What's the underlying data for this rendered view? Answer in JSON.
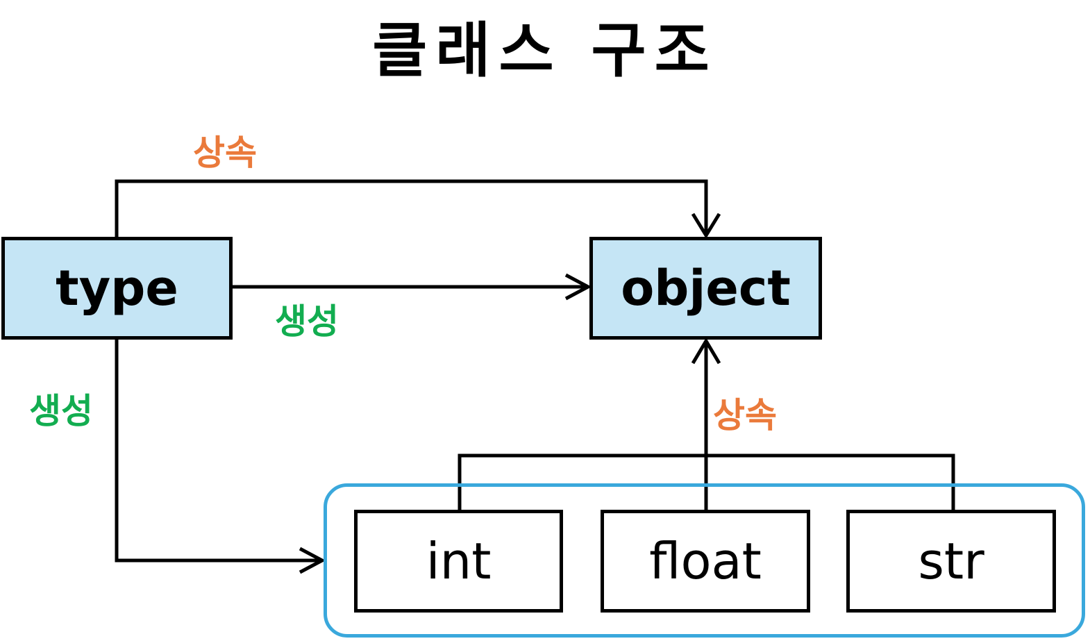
{
  "title": "클래스 구조",
  "nodes": {
    "type": "type",
    "object": "object",
    "int": "int",
    "float": "float",
    "str": "str"
  },
  "edge_labels": {
    "inherit": "상속",
    "create": "생성"
  },
  "colors": {
    "node_fill": "#c5e5f5",
    "inherit_label": "#ea7a3b",
    "create_label": "#12ad50",
    "group_border": "#3aa8dc",
    "line": "#000000"
  }
}
